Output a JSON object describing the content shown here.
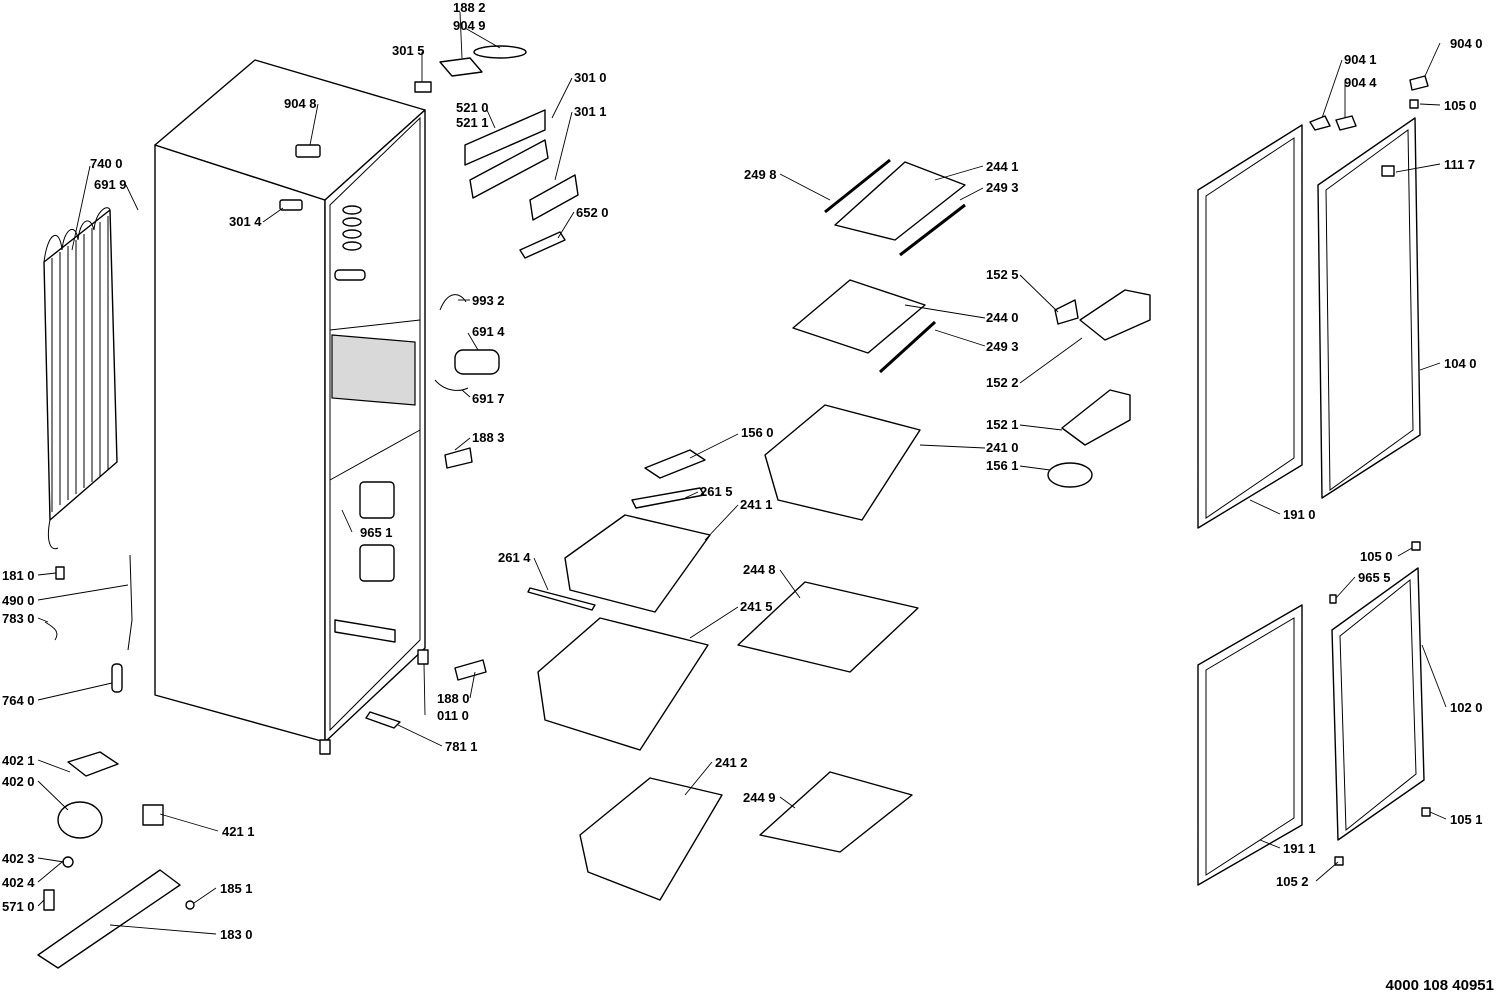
{
  "document_code": "4000 108 40951",
  "labels": [
    {
      "id": "1882",
      "text": "188 2"
    },
    {
      "id": "9049",
      "text": "904 9"
    },
    {
      "id": "3015",
      "text": "301 5"
    },
    {
      "id": "3010",
      "text": "301 0"
    },
    {
      "id": "9048",
      "text": "904 8"
    },
    {
      "id": "5210",
      "text": "521 0"
    },
    {
      "id": "5211",
      "text": "521 1"
    },
    {
      "id": "3011",
      "text": "301 1"
    },
    {
      "id": "7400",
      "text": "740 0"
    },
    {
      "id": "6919",
      "text": "691 9"
    },
    {
      "id": "3014",
      "text": "301 4"
    },
    {
      "id": "6520",
      "text": "652 0"
    },
    {
      "id": "2498",
      "text": "249 8"
    },
    {
      "id": "2441",
      "text": "244 1"
    },
    {
      "id": "2493a",
      "text": "249 3"
    },
    {
      "id": "9932",
      "text": "993 2"
    },
    {
      "id": "1525",
      "text": "152 5"
    },
    {
      "id": "2440",
      "text": "244 0"
    },
    {
      "id": "6914",
      "text": "691 4"
    },
    {
      "id": "2493b",
      "text": "249 3"
    },
    {
      "id": "1522",
      "text": "152 2"
    },
    {
      "id": "6917",
      "text": "691 7"
    },
    {
      "id": "1521",
      "text": "152 1"
    },
    {
      "id": "1883",
      "text": "188 3"
    },
    {
      "id": "1560",
      "text": "156 0"
    },
    {
      "id": "2410",
      "text": "241 0"
    },
    {
      "id": "1561",
      "text": "156 1"
    },
    {
      "id": "2615",
      "text": "261 5"
    },
    {
      "id": "2411",
      "text": "241 1"
    },
    {
      "id": "9651",
      "text": "965 1"
    },
    {
      "id": "2614",
      "text": "261 4"
    },
    {
      "id": "2448",
      "text": "244 8"
    },
    {
      "id": "1810",
      "text": "181 0"
    },
    {
      "id": "4900",
      "text": "490 0"
    },
    {
      "id": "7830",
      "text": "783 0"
    },
    {
      "id": "2415",
      "text": "241 5"
    },
    {
      "id": "7640",
      "text": "764 0"
    },
    {
      "id": "1880",
      "text": "188 0"
    },
    {
      "id": "0110",
      "text": "011 0"
    },
    {
      "id": "7811",
      "text": "781 1"
    },
    {
      "id": "4021",
      "text": "402 1"
    },
    {
      "id": "2412",
      "text": "241 2"
    },
    {
      "id": "4020",
      "text": "402 0"
    },
    {
      "id": "2449",
      "text": "244 9"
    },
    {
      "id": "4211",
      "text": "421 1"
    },
    {
      "id": "4023",
      "text": "402 3"
    },
    {
      "id": "4024",
      "text": "402 4"
    },
    {
      "id": "1851",
      "text": "185 1"
    },
    {
      "id": "5710",
      "text": "571 0"
    },
    {
      "id": "1830",
      "text": "183 0"
    },
    {
      "id": "9041",
      "text": "904 1"
    },
    {
      "id": "9040",
      "text": "904 0"
    },
    {
      "id": "9044",
      "text": "904 4"
    },
    {
      "id": "1050a",
      "text": "105 0"
    },
    {
      "id": "1117",
      "text": "111 7"
    },
    {
      "id": "1040",
      "text": "104 0"
    },
    {
      "id": "1910",
      "text": "191 0"
    },
    {
      "id": "1050b",
      "text": "105 0"
    },
    {
      "id": "9655",
      "text": "965 5"
    },
    {
      "id": "1020",
      "text": "102 0"
    },
    {
      "id": "1051",
      "text": "105 1"
    },
    {
      "id": "1911",
      "text": "191 1"
    },
    {
      "id": "1052",
      "text": "105 2"
    }
  ]
}
